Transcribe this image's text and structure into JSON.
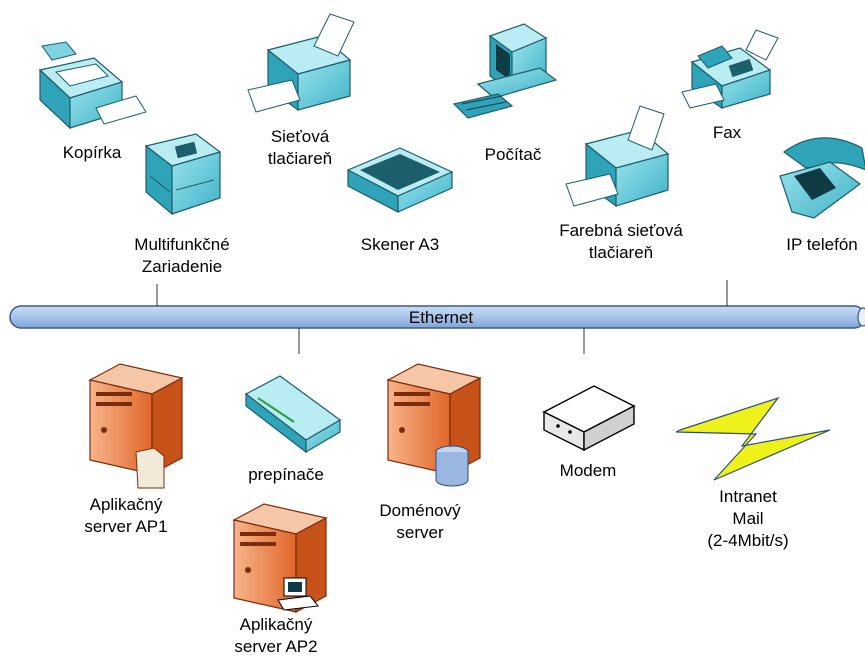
{
  "bus": {
    "label": "Ethernet"
  },
  "devices": {
    "kopirka": {
      "lines": [
        "Kopírka"
      ]
    },
    "multifunkcne": {
      "lines": [
        "Multifunkčné",
        "Zariadenie"
      ]
    },
    "sietova_tlaciaren": {
      "lines": [
        "Sieťová",
        "tlačiareň"
      ]
    },
    "skener": {
      "lines": [
        "Skener A3"
      ]
    },
    "pocitac": {
      "lines": [
        "Počítač"
      ]
    },
    "farebna_tlaciaren": {
      "lines": [
        "Farebná sieťová",
        "tlačiareň"
      ]
    },
    "fax": {
      "lines": [
        "Fax"
      ]
    },
    "ip_telefon": {
      "lines": [
        "IP telefón"
      ]
    },
    "ap1": {
      "lines": [
        "Aplikačný",
        "server AP1"
      ]
    },
    "prepinace": {
      "lines": [
        "prepínače"
      ]
    },
    "domenovy": {
      "lines": [
        "Doménový",
        "server"
      ]
    },
    "modem": {
      "lines": [
        "Modem"
      ]
    },
    "intranet": {
      "lines": [
        "Intranet",
        "Mail",
        "(2-4Mbit/s)"
      ]
    },
    "ap2": {
      "lines": [
        "Aplikačný",
        "server AP2"
      ]
    }
  },
  "colors": {
    "device_teal": "#5fc8d8",
    "device_dark": "#2a8fa3",
    "server_orange": "#e8773a",
    "server_light": "#f4a77a",
    "bus_blue": "#a8c4ec",
    "bolt_yellow": "#eef21a"
  }
}
